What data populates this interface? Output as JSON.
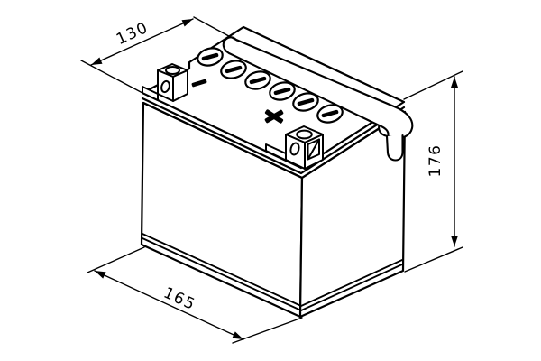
{
  "drawing": {
    "dimensions": {
      "depth": {
        "value": "130"
      },
      "height": {
        "value": "176"
      },
      "length": {
        "value": "165"
      }
    },
    "terminals": {
      "negative_marking": "-",
      "positive_marking": "+"
    },
    "vent_caps_count": 6,
    "colors": {
      "line": "#000000",
      "background": "#ffffff"
    }
  }
}
